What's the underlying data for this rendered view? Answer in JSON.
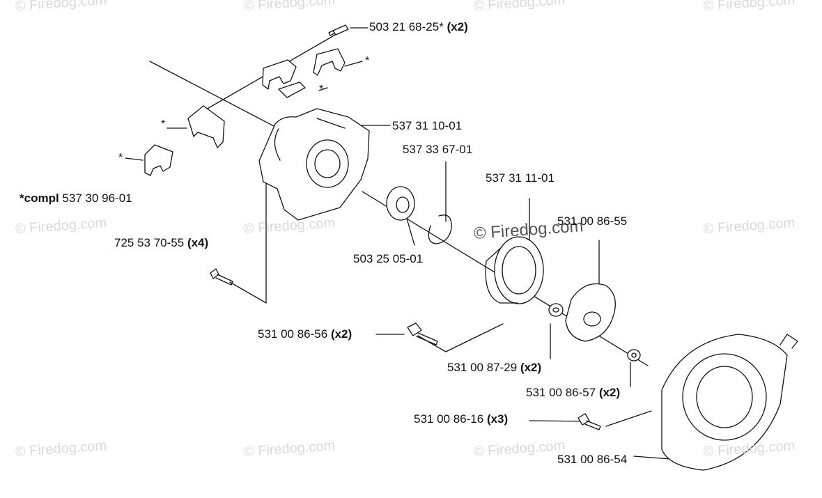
{
  "watermark": "© Firedog.com",
  "watermark_center": "© Firedog.com",
  "asterisk": "*",
  "labels": {
    "p1": {
      "num": "503 21 68-25*",
      "qty": "(x2)"
    },
    "p2": {
      "num": "537 31 10-01",
      "qty": ""
    },
    "p3": {
      "num": "537 33 67-01",
      "qty": ""
    },
    "p4": {
      "num": "537 31 11-01",
      "qty": ""
    },
    "p5": {
      "num": "531 00 86-55",
      "qty": ""
    },
    "p6": {
      "num": "503 25 05-01",
      "qty": ""
    },
    "p7": {
      "num": "725 53 70-55",
      "qty": "(x4)"
    },
    "p8": {
      "num": "531 00 86-56",
      "qty": "(x2)"
    },
    "p9": {
      "num": "531 00 87-29",
      "qty": "(x2)"
    },
    "p10": {
      "num": "531 00 86-57",
      "qty": "(x2)"
    },
    "p11": {
      "num": "531 00 86-16",
      "qty": "(x3)"
    },
    "p12": {
      "num": "531 00 86-54",
      "qty": ""
    },
    "compl": {
      "prefix": "*compl",
      "num": "537 30 96-01"
    }
  }
}
